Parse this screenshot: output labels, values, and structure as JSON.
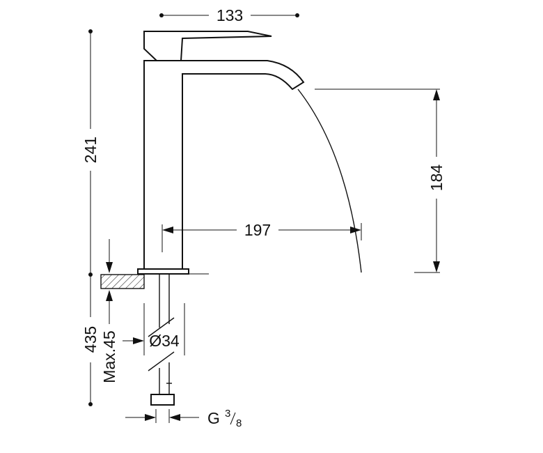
{
  "dimensions": {
    "top_width": "133",
    "total_height": "241",
    "spout_height": "184",
    "spout_reach": "197",
    "pipe_length": "435",
    "max_deck": "Max.45",
    "hole_diameter": "Ø34",
    "connection_prefix": "G",
    "connection_num": "3",
    "connection_den": "8"
  },
  "colors": {
    "line": "#111111",
    "background": "#ffffff"
  }
}
